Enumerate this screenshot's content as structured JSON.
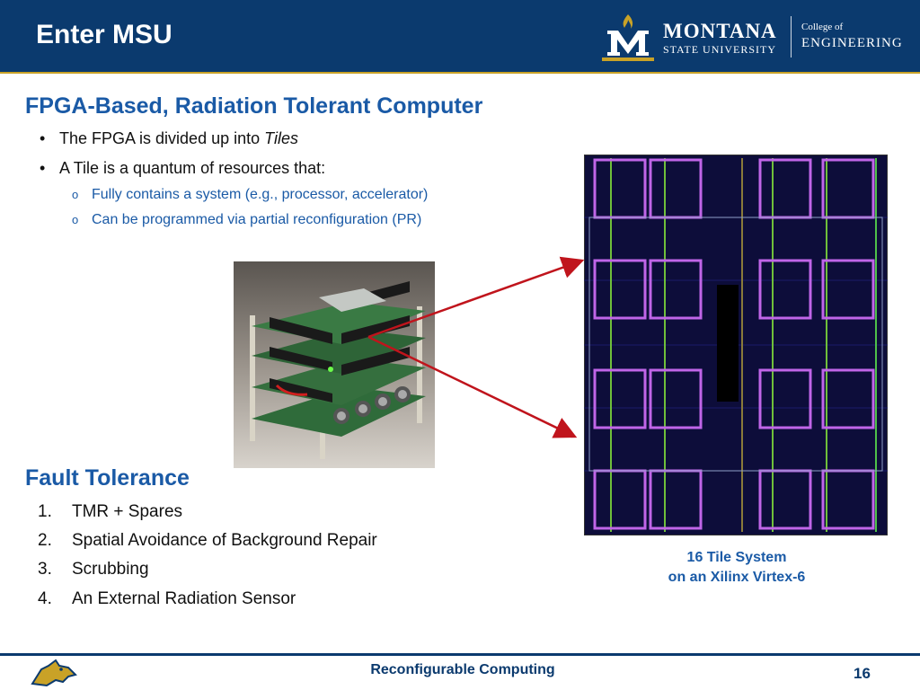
{
  "header": {
    "title": "Enter MSU",
    "university_name": "MONTANA",
    "university_subname": "STATE UNIVERSITY",
    "college_of": "College of",
    "college_name": "ENGINEERING"
  },
  "section1": {
    "heading": "FPGA-Based, Radiation Tolerant Computer",
    "bullets": [
      {
        "text": "The FPGA is divided up into ",
        "emphasis": "Tiles"
      },
      {
        "text": "A Tile is a quantum of resources that:"
      }
    ],
    "sub_bullets": [
      "Fully contains a system (e.g., processor, accelerator)",
      "Can be programmed via partial reconfiguration (PR)"
    ]
  },
  "section2": {
    "heading": "Fault Tolerance",
    "items": [
      {
        "num": "1.",
        "text": "TMR + Spares"
      },
      {
        "num": "2.",
        "text": "Spatial Avoidance of Background Repair"
      },
      {
        "num": "3.",
        "text": "Scrubbing"
      },
      {
        "num": "4.",
        "text": "An External Radiation Sensor"
      }
    ]
  },
  "figure": {
    "caption_line1": "16 Tile System",
    "caption_line2": "on an Xilinx Virtex-6"
  },
  "footer": {
    "title": "Reconfigurable Computing",
    "page_number": "16"
  },
  "colors": {
    "header_bg": "#0b3a6e",
    "accent_gold": "#c9a227",
    "heading_blue": "#1a5aa6",
    "arrow_red": "#c0141c"
  }
}
